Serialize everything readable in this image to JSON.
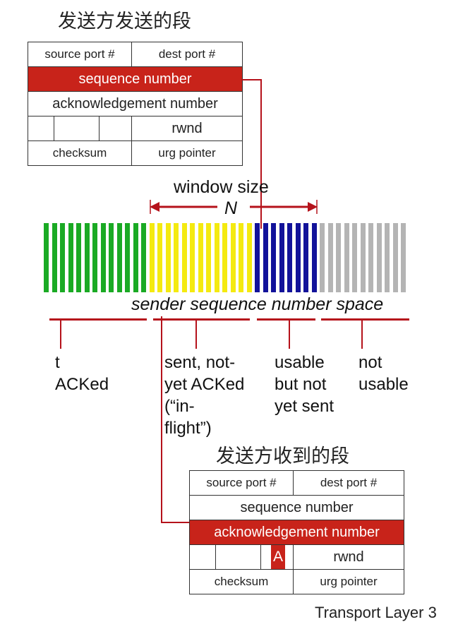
{
  "top_header": {
    "title": "发送方发送的段",
    "source_port": "source port #",
    "dest_port": "dest port #",
    "sequence_number": "sequence number",
    "ack_number": "acknowledgement number",
    "rwnd": "rwnd",
    "checksum": "checksum",
    "urg_pointer": "urg pointer"
  },
  "window": {
    "label": "window size",
    "n": "N"
  },
  "space": {
    "label": "sender sequence number space",
    "segments": [
      {
        "color": "#1aaa24",
        "count": 13
      },
      {
        "color": "#f4ea10",
        "count": 13
      },
      {
        "color": "#12129a",
        "count": 8
      },
      {
        "color": "#b4b4b4",
        "count": 11
      }
    ],
    "categories": [
      {
        "lines": [
          "t",
          "ACKed"
        ]
      },
      {
        "lines": [
          "sent, not-",
          "yet ACKed",
          "(“in-",
          "flight”)"
        ]
      },
      {
        "lines": [
          "usable",
          "but not",
          "yet sent"
        ]
      },
      {
        "lines": [
          "not",
          "usable"
        ]
      }
    ]
  },
  "bottom_header": {
    "title": "发送方收到的段",
    "source_port": "source port #",
    "dest_port": "dest port #",
    "sequence_number": "sequence number",
    "ack_number": "acknowledgement number",
    "flag_a": "A",
    "rwnd": "rwnd",
    "checksum": "checksum",
    "urg_pointer": "urg pointer"
  },
  "footer": "Transport Layer  3",
  "colors": {
    "accent_red": "#c8231a",
    "line_red": "#b5121b"
  }
}
